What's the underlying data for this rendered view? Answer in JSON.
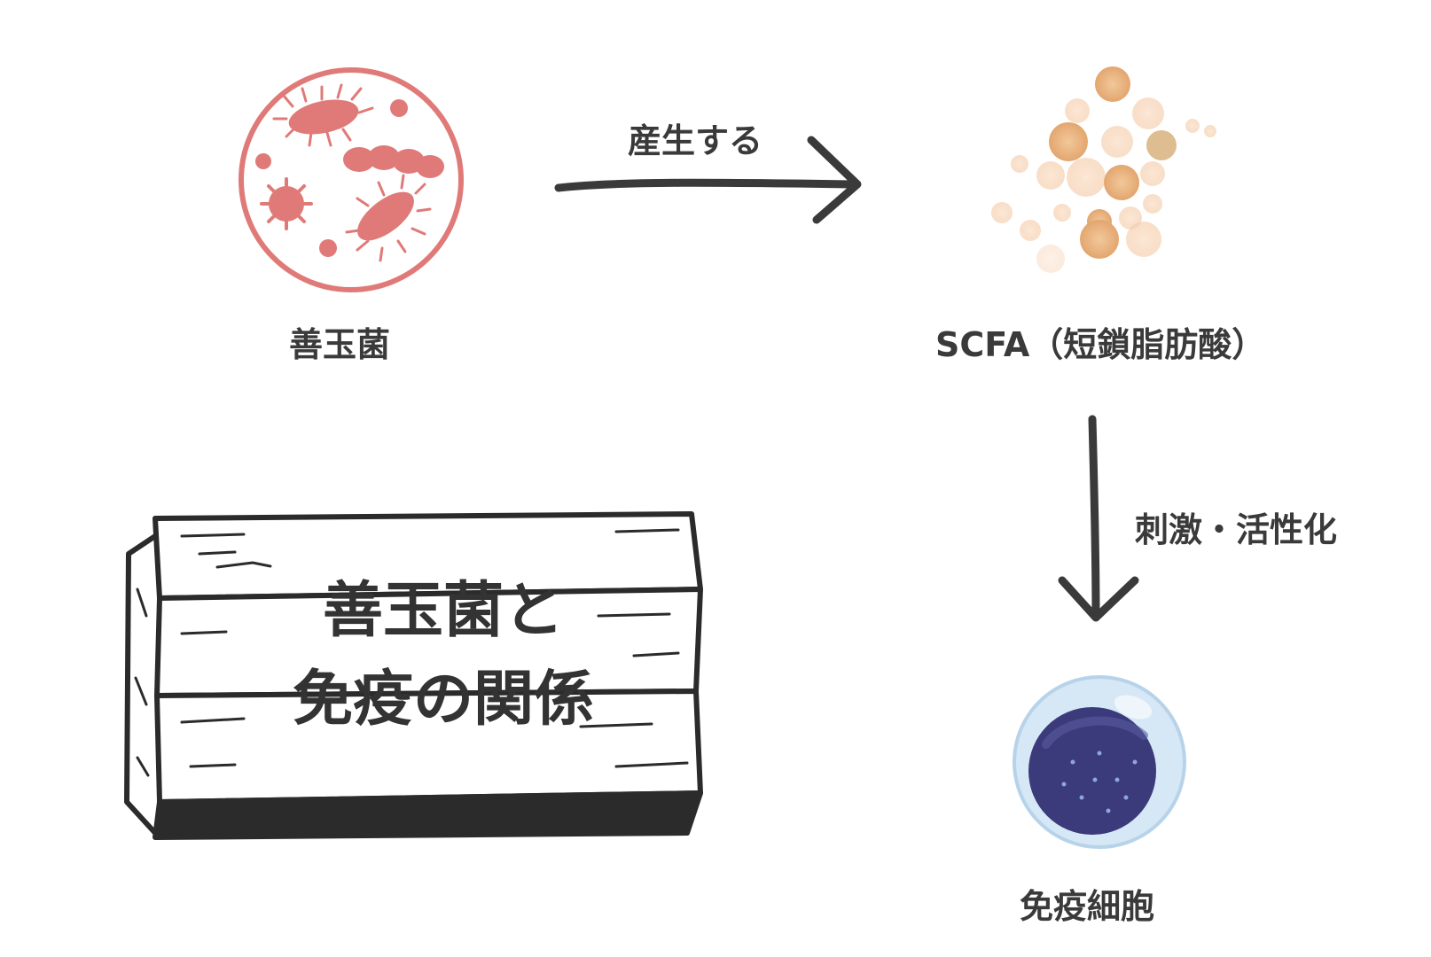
{
  "labels": {
    "bacteria": "善玉菌",
    "produce": "産生する",
    "scfa": "SCFA（短鎖脂肪酸）",
    "stimulate": "刺激・活性化",
    "immune_cell": "免疫細胞"
  },
  "sign": {
    "line1": "善玉菌と",
    "line2": "免疫の関係"
  },
  "colors": {
    "bacteria": "#e07a78",
    "arrow": "#3a3a3a",
    "scfa": "#e8b07a",
    "cell_outer": "#cfe4f3",
    "cell_nucleus": "#3b3a7a",
    "sign_ink": "#2b2b2b"
  },
  "icons": [
    "bacteria-icon",
    "fatty-acid-particles-icon",
    "immune-cell-icon",
    "wooden-sign"
  ]
}
